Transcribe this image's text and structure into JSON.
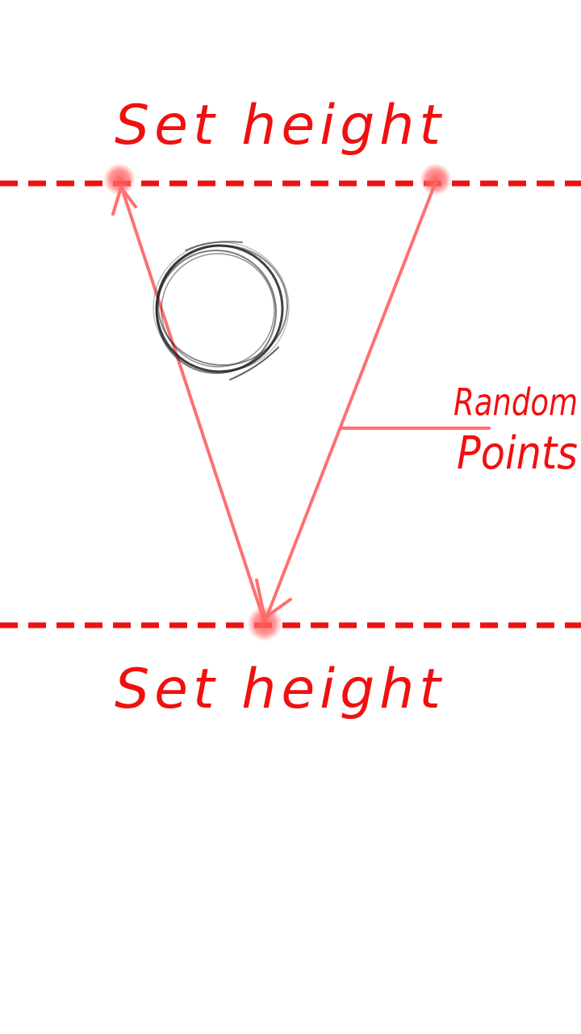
{
  "labels": {
    "top_height": "Set height",
    "bottom_height": "Set height",
    "random_points_line1": "Random",
    "random_points_line2": "Points"
  },
  "colors": {
    "dashed_line": "#ee1111",
    "arrow": "#ff7070",
    "point_glow": "#ff5a5a",
    "text": "#f01010",
    "ball": "#222222",
    "background": "#ffffff"
  },
  "icons": {
    "ball": "scribbled-circle-icon",
    "arrow_head": "arrowhead-icon"
  }
}
